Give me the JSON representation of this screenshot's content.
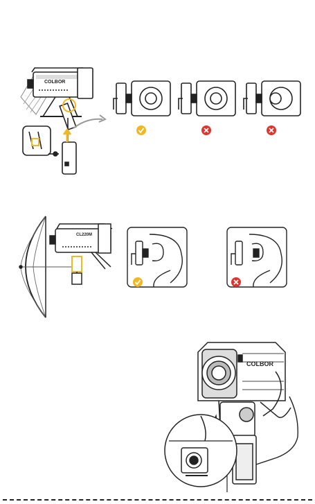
{
  "brand": {
    "logo_text": "COLBOR",
    "model_text": "CL220M"
  },
  "section1": {
    "mount_options": [
      {
        "status": "correct",
        "icon": "check-icon",
        "color": "#F2B824"
      },
      {
        "status": "incorrect",
        "icon": "cross-icon",
        "color": "#E0342E"
      },
      {
        "status": "incorrect",
        "icon": "cross-icon",
        "color": "#E0342E"
      }
    ]
  },
  "section2": {
    "mount_options": [
      {
        "status": "correct",
        "icon": "check-icon",
        "color": "#F2B824"
      },
      {
        "status": "incorrect",
        "icon": "cross-icon",
        "color": "#E0342E"
      }
    ]
  },
  "colors": {
    "line": "#222222",
    "accent": "#F2B824",
    "error": "#E0342E"
  }
}
